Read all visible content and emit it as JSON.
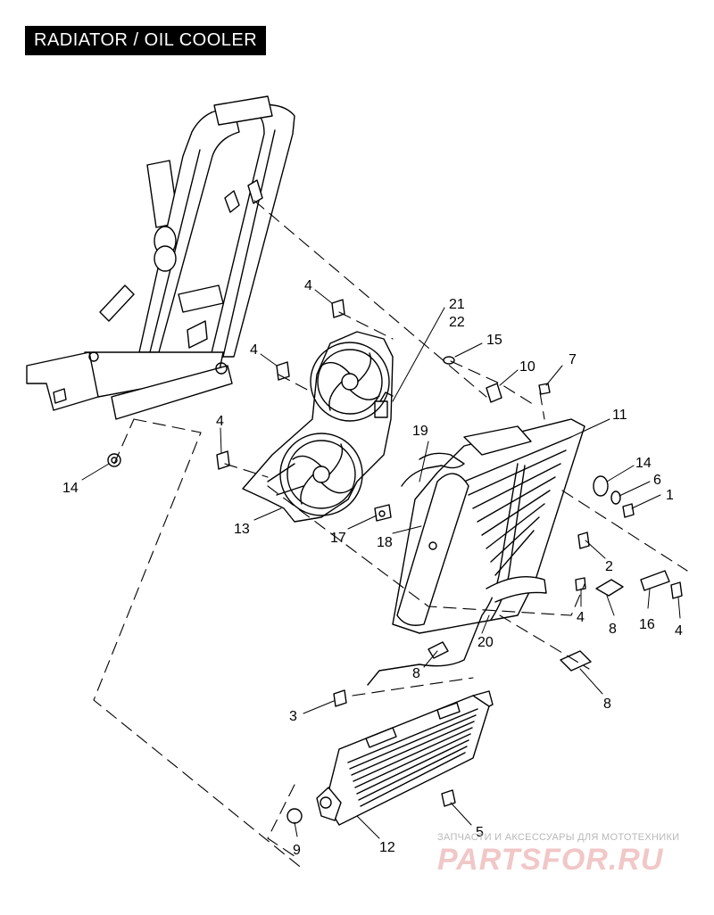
{
  "title": "RADIATOR / OIL COOLER",
  "callouts": [
    {
      "id": "c1",
      "label": "1"
    },
    {
      "id": "c2",
      "label": "2"
    },
    {
      "id": "c3",
      "label": "3"
    },
    {
      "id": "c4a",
      "label": "4"
    },
    {
      "id": "c4b",
      "label": "4"
    },
    {
      "id": "c4c",
      "label": "4"
    },
    {
      "id": "c4d",
      "label": "4"
    },
    {
      "id": "c4e",
      "label": "4"
    },
    {
      "id": "c5",
      "label": "5"
    },
    {
      "id": "c6",
      "label": "6"
    },
    {
      "id": "c7",
      "label": "7"
    },
    {
      "id": "c8a",
      "label": "8"
    },
    {
      "id": "c8b",
      "label": "8"
    },
    {
      "id": "c8c",
      "label": "8"
    },
    {
      "id": "c9",
      "label": "9"
    },
    {
      "id": "c10",
      "label": "10"
    },
    {
      "id": "c11",
      "label": "11"
    },
    {
      "id": "c12",
      "label": "12"
    },
    {
      "id": "c13",
      "label": "13"
    },
    {
      "id": "c14a",
      "label": "14"
    },
    {
      "id": "c14b",
      "label": "14"
    },
    {
      "id": "c15",
      "label": "15"
    },
    {
      "id": "c16",
      "label": "16"
    },
    {
      "id": "c17",
      "label": "17"
    },
    {
      "id": "c18",
      "label": "18"
    },
    {
      "id": "c19",
      "label": "19"
    },
    {
      "id": "c20",
      "label": "20"
    },
    {
      "id": "c21",
      "label": "21"
    },
    {
      "id": "c22",
      "label": "22"
    }
  ],
  "watermark": {
    "top": "ЗАПЧАСТИ И АКСЕССУАРЫ ДЛЯ МОТОТЕХНИКИ",
    "logo": "PARTSFOR.RU"
  }
}
